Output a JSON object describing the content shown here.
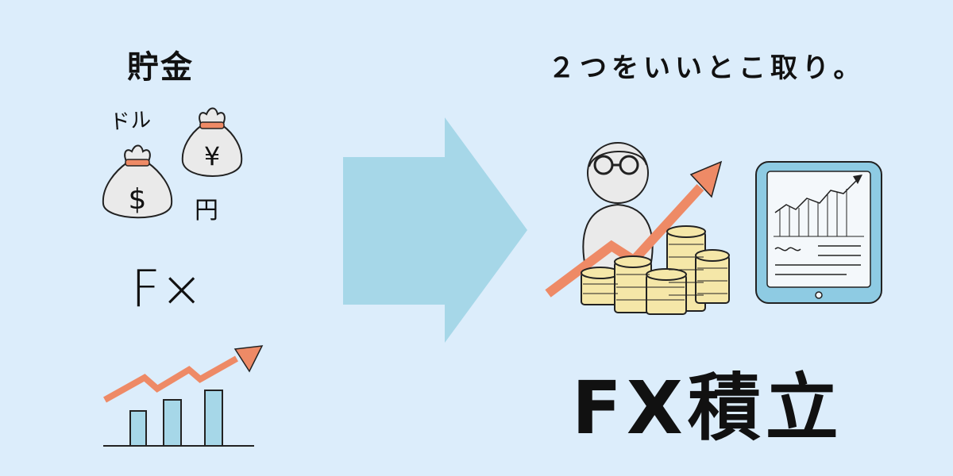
{
  "left": {
    "savings_label": "貯金",
    "dollar_label": "ドル",
    "dollar_symbol": "$",
    "yen_symbol": "¥",
    "yen_label": "円",
    "fx_label": "F×"
  },
  "right": {
    "headline": "２つをいいとこ取り。",
    "fx_tsumitate_label": "FX積立"
  },
  "colors": {
    "background": "#dcedfb",
    "arrow": "#a6d7e8",
    "trend_arrow": "#ee8a66",
    "coin": "#f5e7a8",
    "bag": "#eaeaea",
    "tablet": "#8ecbe3"
  },
  "icons": [
    "money-bag-dollar-icon",
    "money-bag-yen-icon",
    "growth-chart-icon",
    "big-right-arrow-icon",
    "person-with-glasses-icon",
    "coin-stacks-icon",
    "upward-trend-arrow-icon",
    "tablet-chart-icon"
  ]
}
